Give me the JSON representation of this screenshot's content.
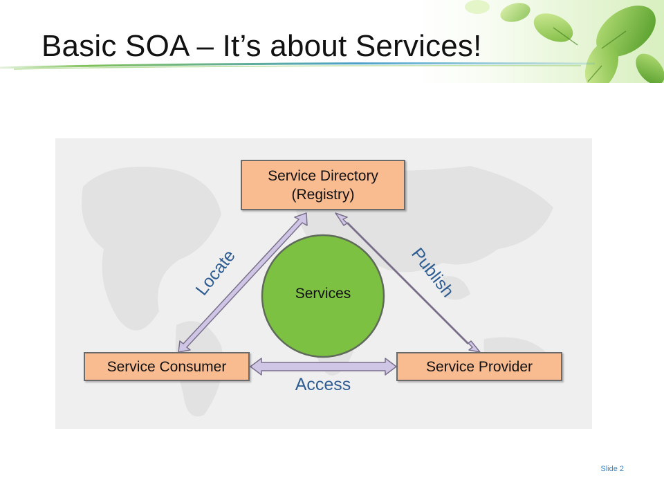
{
  "slide": {
    "title": "Basic SOA – It’s about Services!",
    "number_label": "Slide 2"
  },
  "diagram": {
    "nodes": {
      "directory": "Service Directory\n(Registry)",
      "consumer": "Service Consumer",
      "provider": "Service Provider",
      "services": "Services"
    },
    "edges": {
      "locate": "Locate",
      "publish": "Publish",
      "access": "Access"
    }
  },
  "colors": {
    "box_fill": "#f9bb90",
    "circle_fill": "#7dc142",
    "arrow_fill": "#cfc6e6",
    "edge_label": "#2f5d93",
    "slide_number": "#3b86c4"
  }
}
